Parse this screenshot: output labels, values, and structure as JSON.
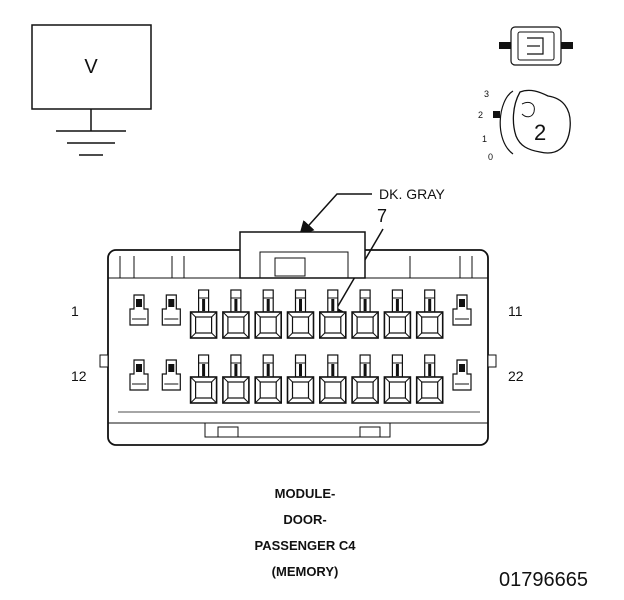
{
  "meter": {
    "label": "V"
  },
  "selector": {
    "positions": [
      "3",
      "2",
      "1",
      "0"
    ],
    "setting": "2"
  },
  "wire": {
    "color_label": "DK. GRAY",
    "pin_callout": "7"
  },
  "connector": {
    "pin_labels": {
      "top_left": "1",
      "top_right": "11",
      "bottom_left": "12",
      "bottom_right": "22"
    },
    "populated_cavities_per_row": 8,
    "cavities_per_row": 11
  },
  "caption": {
    "lines": [
      "MODULE-",
      "DOOR-",
      "PASSENGER C4",
      "(MEMORY)"
    ]
  },
  "figure_id": "01796665"
}
